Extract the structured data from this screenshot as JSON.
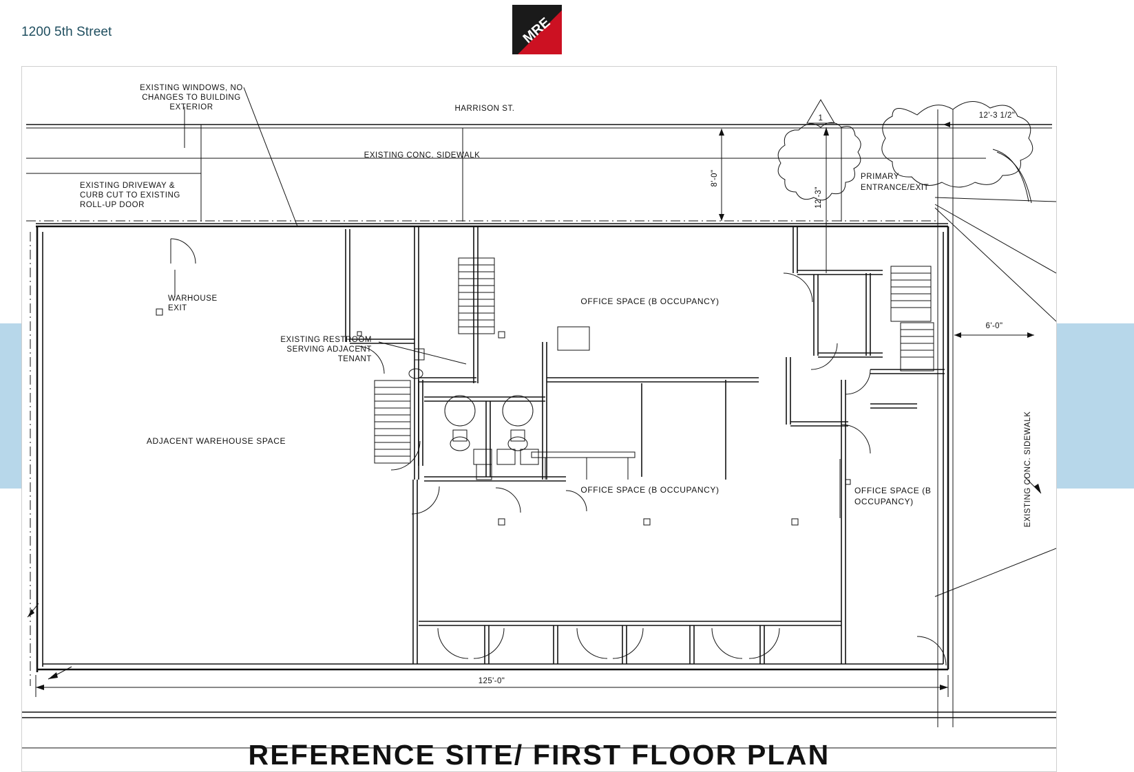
{
  "page": {
    "title": "1200 5th Street",
    "title_color": "#1f4e5f",
    "accent_color": "#b7d7ea"
  },
  "logo": {
    "name": "MRE",
    "text": "MRE",
    "top_color": "#1a1a1a",
    "bottom_color": "#cc1122"
  },
  "drawing": {
    "sheet_title": "REFERENCE SITE/ FIRST FLOOR PLAN",
    "street_label": "HARRISON ST.",
    "sidewalk_label_top": "EXISTING CONC. SIDEWALK",
    "sidewalk_label_right": "EXISTING CONC. SIDEWALK",
    "revision_tag": "1",
    "notes": {
      "windows": "EXISTING WINDOWS, NO\nCHANGES TO BUILDING\nEXTERIOR",
      "windows_l1": "EXISTING WINDOWS, NO",
      "windows_l2": "CHANGES TO BUILDING",
      "windows_l3": "EXTERIOR",
      "driveway_l1": "EXISTING DRIVEWAY &",
      "driveway_l2": "CURB CUT TO EXISTING",
      "driveway_l3": "ROLL-UP DOOR",
      "warehouse_exit_l1": "WARHOUSE",
      "warehouse_exit_l2": "EXIT",
      "restroom_l1": "EXISTING RESTROOM",
      "restroom_l2": "SERVING ADJACENT",
      "restroom_l3": "TENANT",
      "primary_entrance_l1": "PRIMARY",
      "primary_entrance_l2": "ENTRANCE/EXIT"
    },
    "rooms": {
      "adjacent_warehouse": "ADJACENT WAREHOUSE SPACE",
      "office_upper": "OFFICE SPACE (B OCCUPANCY)",
      "office_lower": "OFFICE SPACE (B OCCUPANCY)",
      "office_right_l1": "OFFICE SPACE (B",
      "office_right_l2": "OCCUPANCY)"
    },
    "dimensions": {
      "sidewalk_depth": "8'-0\"",
      "tree_offset": "12'-3\"",
      "canopy_width": "12'-3 1/2\"",
      "sidewalk_right": "6'-0\"",
      "building_width": "125'-0\""
    }
  }
}
